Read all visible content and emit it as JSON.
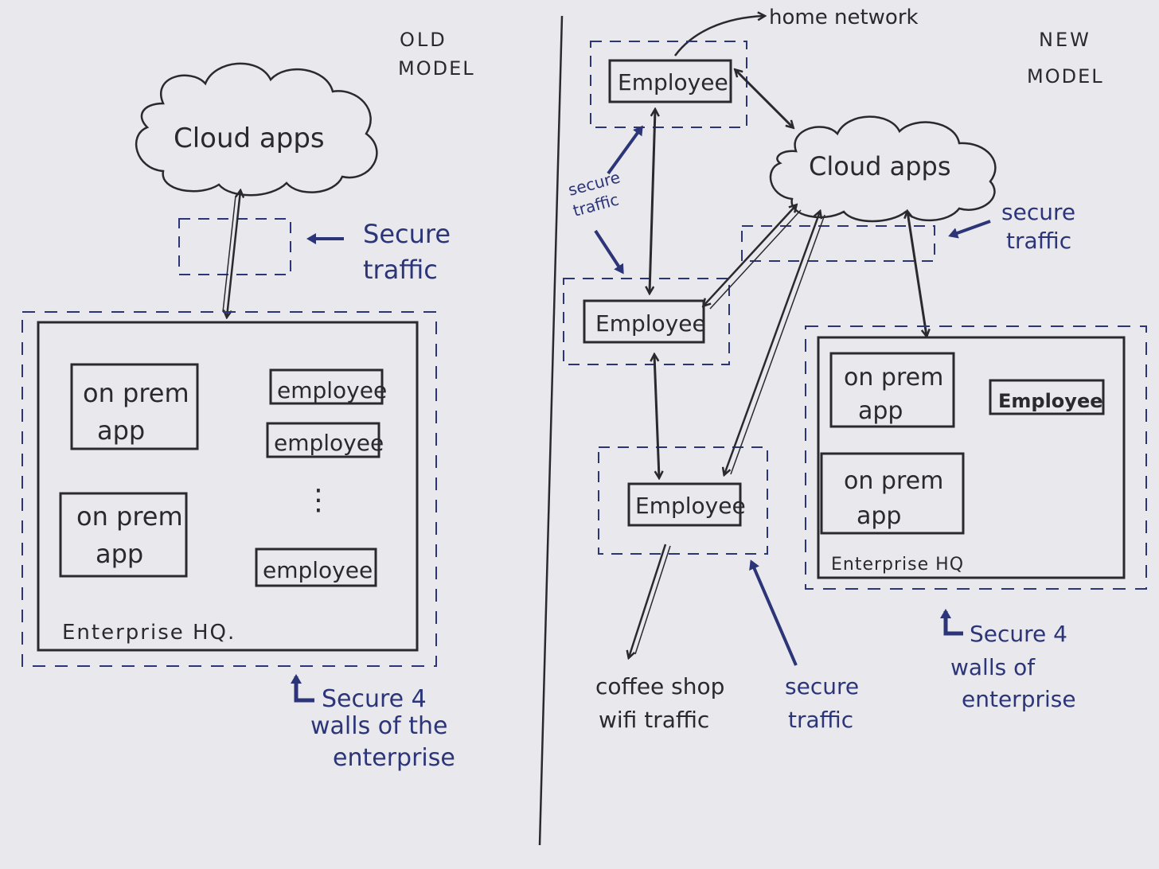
{
  "colors": {
    "paper": "#e9e8ec",
    "black_ink": "#2a2a2e",
    "blue_ink": "#2b3578"
  },
  "old_model": {
    "title_line1": "OLD",
    "title_line2": "MODEL",
    "cloud_label": "Cloud apps",
    "secure_traffic_line1": "Secure",
    "secure_traffic_line2": "traffic",
    "apps": [
      {
        "line1": "on prem",
        "line2": "app"
      },
      {
        "line1": "on prem",
        "line2": "app"
      }
    ],
    "employees": [
      "employee",
      "employee",
      "employee"
    ],
    "ellipsis": "⋮",
    "hq_label": "Enterprise HQ.",
    "walls_line1": "Secure 4",
    "walls_line2": "walls of the",
    "walls_line3": "enterprise"
  },
  "new_model": {
    "title_line1": "NEW",
    "title_line2": "MODEL",
    "home_network": "home network",
    "employees": [
      "Employee",
      "Employee",
      "Employee"
    ],
    "cloud_label": "Cloud apps",
    "secure_traffic_left_line1": "secure",
    "secure_traffic_left_line2": "traffic",
    "secure_traffic_right_line1": "secure",
    "secure_traffic_right_line2": "traffic",
    "apps": [
      {
        "line1": "on prem",
        "line2": "app"
      },
      {
        "line1": "on prem",
        "line2": "app"
      }
    ],
    "hq_employee": "Employee",
    "hq_label": "Enterprise HQ",
    "walls_line1": "Secure 4",
    "walls_line2": "walls of",
    "walls_line3": "enterprise",
    "coffee_line1": "coffee shop",
    "coffee_line2": "wifi traffic",
    "secure_bottom_line1": "secure",
    "secure_bottom_line2": "traffic"
  }
}
